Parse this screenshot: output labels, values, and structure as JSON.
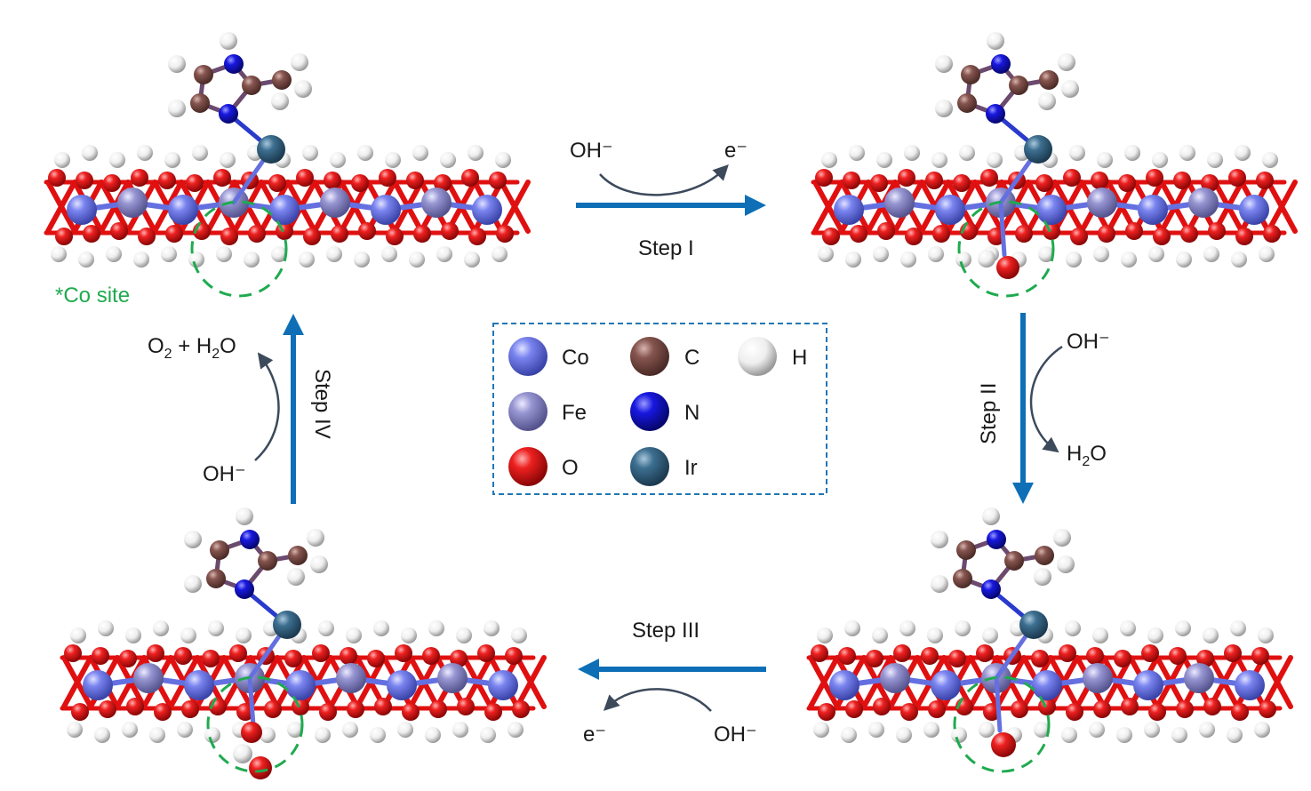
{
  "steps": [
    {
      "id": "step1",
      "label": "Step I",
      "reactant": "OH⁻",
      "product": "e⁻"
    },
    {
      "id": "step2",
      "label": "Step II",
      "reactant": "OH⁻",
      "product_main": "H",
      "product_sub": "2",
      "product_tail": "O"
    },
    {
      "id": "step3",
      "label": "Step III",
      "reactant": "OH⁻",
      "product": "e⁻"
    },
    {
      "id": "step4",
      "label": "Step IV",
      "reactant": "OH⁻",
      "product_parts": [
        "O",
        "2",
        " + H",
        "2",
        "O"
      ]
    }
  ],
  "site_label": "*Co site",
  "legend": [
    {
      "symbol": "Co",
      "color": "#6f7ae8"
    },
    {
      "symbol": "C",
      "color": "#7a4a45"
    },
    {
      "symbol": "H",
      "color": "#eeeeee"
    },
    {
      "symbol": "Fe",
      "color": "#8f8dc8"
    },
    {
      "symbol": "N",
      "color": "#1010d8"
    },
    {
      "symbol": "O",
      "color": "#e01818"
    },
    {
      "symbol": "Ir",
      "color": "#2f5f7e"
    }
  ],
  "colors": {
    "arrow": "#0e6fb6",
    "curve": "#3c4a5c",
    "site_circle": "#1faa4f",
    "legend_border": "#1f77b4",
    "bond_red": "#e01010",
    "bond_blue": "#6470e0"
  },
  "structures": [
    {
      "id": "initial",
      "adsorbate": "none"
    },
    {
      "id": "oh-adsorbed",
      "adsorbate": "OH"
    },
    {
      "id": "o-adsorbed",
      "adsorbate": "O"
    },
    {
      "id": "ooh-adsorbed",
      "adsorbate": "OOH"
    }
  ]
}
